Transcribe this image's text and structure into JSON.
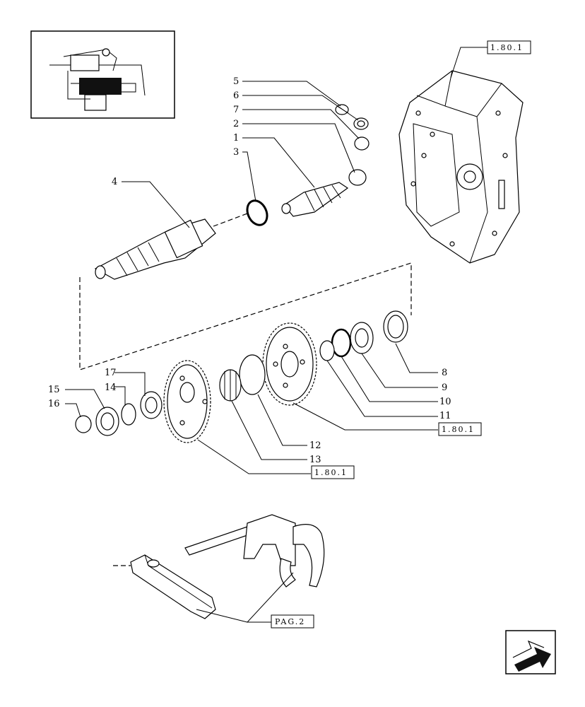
{
  "callouts": [
    {
      "id": "c5",
      "text": "5"
    },
    {
      "id": "c6",
      "text": "6"
    },
    {
      "id": "c7",
      "text": "7"
    },
    {
      "id": "c2",
      "text": "2"
    },
    {
      "id": "c1",
      "text": "1"
    },
    {
      "id": "c3",
      "text": "3"
    },
    {
      "id": "c4",
      "text": "4"
    },
    {
      "id": "c8",
      "text": "8"
    },
    {
      "id": "c9",
      "text": "9"
    },
    {
      "id": "c10",
      "text": "10"
    },
    {
      "id": "c11",
      "text": "11"
    },
    {
      "id": "c12",
      "text": "12"
    },
    {
      "id": "c13",
      "text": "13"
    },
    {
      "id": "c14",
      "text": "14"
    },
    {
      "id": "c15",
      "text": "15"
    },
    {
      "id": "c16",
      "text": "16"
    },
    {
      "id": "c17",
      "text": "17"
    }
  ],
  "refs": {
    "housing": "1.80.1",
    "gear_right": "1.80.1",
    "gear_left": "1.80.1",
    "fork": "PAG.2"
  },
  "colors": {
    "line": "#000000",
    "background": "#ffffff"
  },
  "icons": {
    "nav": "next-page-arrow-icon",
    "thumb": "assembly-location-thumbnail"
  }
}
